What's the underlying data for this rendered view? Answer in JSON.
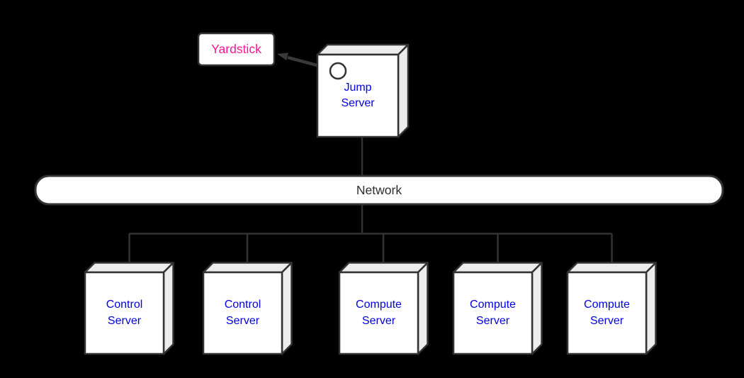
{
  "diagram": {
    "yardstick": {
      "label": "Yardstick"
    },
    "jump_server": {
      "label": "Jump\nServer"
    },
    "network": {
      "label": "Network"
    },
    "servers": [
      {
        "id": "control-server-1",
        "label": "Control\nServer"
      },
      {
        "id": "control-server-2",
        "label": "Control\nServer"
      },
      {
        "id": "compute-server-1",
        "label": "Compute\nServer"
      },
      {
        "id": "compute-server-2",
        "label": "Compute\nServer"
      },
      {
        "id": "compute-server-3",
        "label": "Compute\nServer"
      }
    ],
    "icons": {
      "port": "circle-port-icon",
      "link": "arrow-to-yardstick-icon"
    },
    "colors": {
      "background": "#000000",
      "node_fill": "#ffffff",
      "node_side": "#ececec",
      "line": "#333333",
      "server_text": "#0000e6",
      "yardstick_text": "#ff1493",
      "network_text": "#2d2d2d"
    }
  }
}
